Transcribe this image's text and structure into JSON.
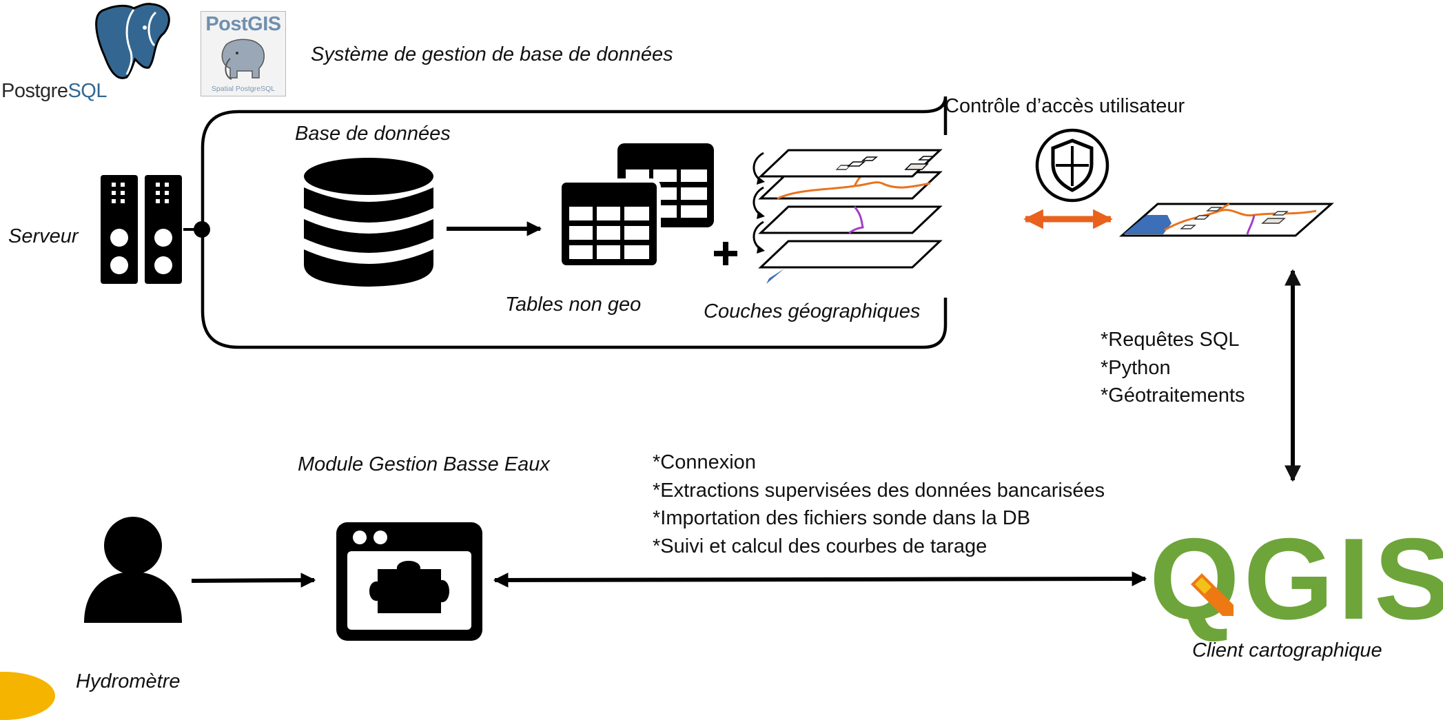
{
  "logos": {
    "postgresql_text_prefix": "Postgre",
    "postgresql_text_suffix": "SQL",
    "postgis_title": "PostGIS",
    "postgis_subtitle": "Spatial PostgreSQL",
    "qgis_text": "QGIS"
  },
  "labels": {
    "dbms": "Système de gestion de base de données",
    "database": "Base de données",
    "server": "Serveur",
    "access_control": "Contrôle d’accès utilisateur",
    "tables_non_geo": "Tables non geo",
    "geo_layers": "Couches géographiques",
    "module": "Module Gestion Basse Eaux",
    "hydrometre": "Hydromètre",
    "client": "Client cartographique"
  },
  "qgis_features": [
    "*Requêtes SQL",
    "*Python",
    "*Géotraitements"
  ],
  "module_features": [
    "*Connexion",
    "*Extractions supervisées des données bancarisées",
    "*Importation des fichiers sonde dans la DB",
    "*Suivi et calcul des courbes de tarage"
  ],
  "colors": {
    "postgres_blue": "#336791",
    "qgis_green": "#6ea53a",
    "qgis_orange": "#ee7913",
    "layer_orange": "#e8731e",
    "layer_purple": "#a23fc9",
    "layer_blue": "#3c6fb7",
    "access_arrow": "#e8621d"
  },
  "icons": {
    "server": "server-icon",
    "database": "database-icon",
    "tables": "table-icon",
    "layers": "map-layers-icon",
    "access": "shield-icon",
    "map": "map-icon",
    "user": "user-icon",
    "module": "plugin-window-icon"
  }
}
